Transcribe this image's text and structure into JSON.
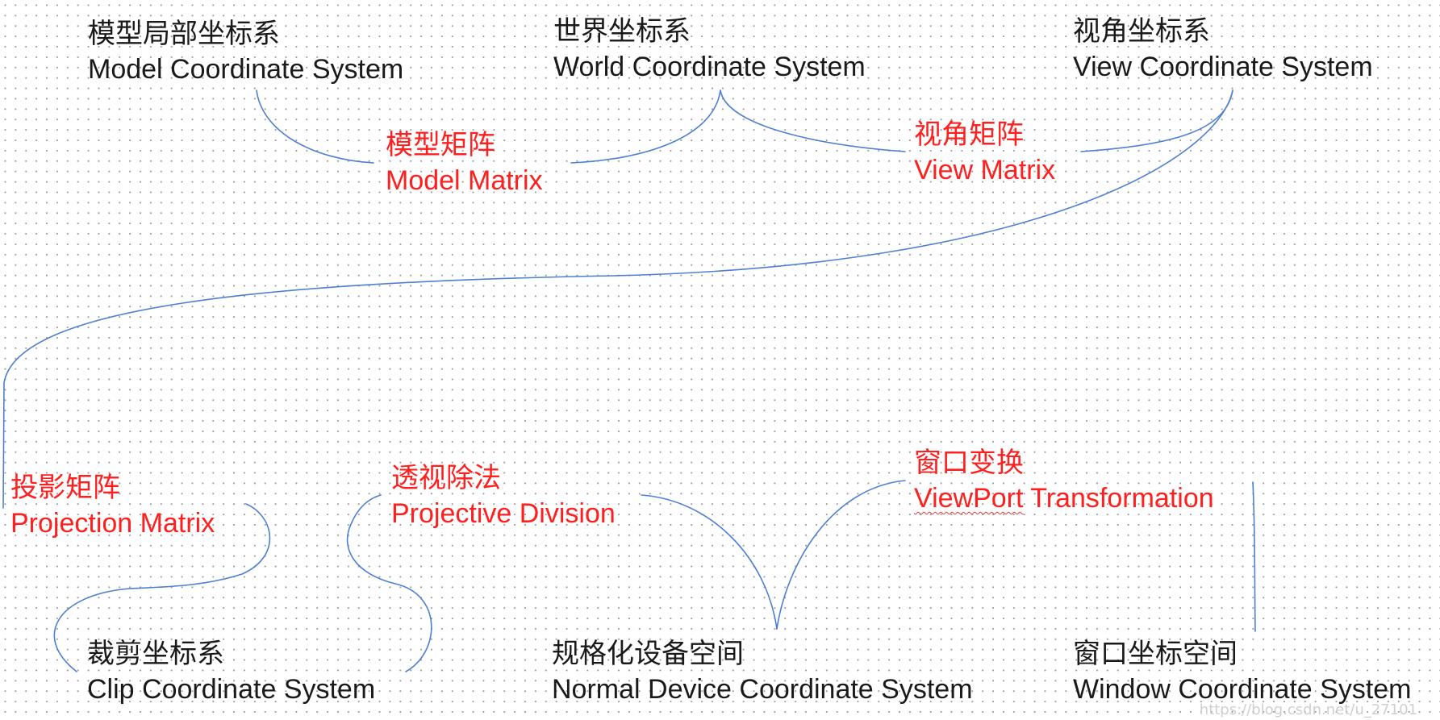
{
  "nodes": {
    "model": {
      "zh": "模型局部坐标系",
      "en": "Model Coordinate System"
    },
    "world": {
      "zh": "世界坐标系",
      "en": "World Coordinate System"
    },
    "view": {
      "zh": "视角坐标系",
      "en": "View Coordinate System"
    },
    "clip": {
      "zh": "裁剪坐标系",
      "en": "Clip Coordinate System"
    },
    "ndc": {
      "zh": "规格化设备空间",
      "en": "Normal Device Coordinate System"
    },
    "window": {
      "zh": "窗口坐标空间",
      "en": "Window Coordinate System"
    }
  },
  "transforms": {
    "model_matrix": {
      "zh": "模型矩阵",
      "en": "Model Matrix"
    },
    "view_matrix": {
      "zh": "视角矩阵",
      "en": "View Matrix"
    },
    "projection_matrix": {
      "zh": "投影矩阵",
      "en": "Projection Matrix"
    },
    "projective_division": {
      "zh": "透视除法",
      "en": "Projective Division"
    },
    "viewport_transform": {
      "zh": "窗口变换",
      "en_part1": "ViewPort",
      "en_part2": " Transformation"
    }
  },
  "watermark": "https://blog.csdn.net/u_27101"
}
